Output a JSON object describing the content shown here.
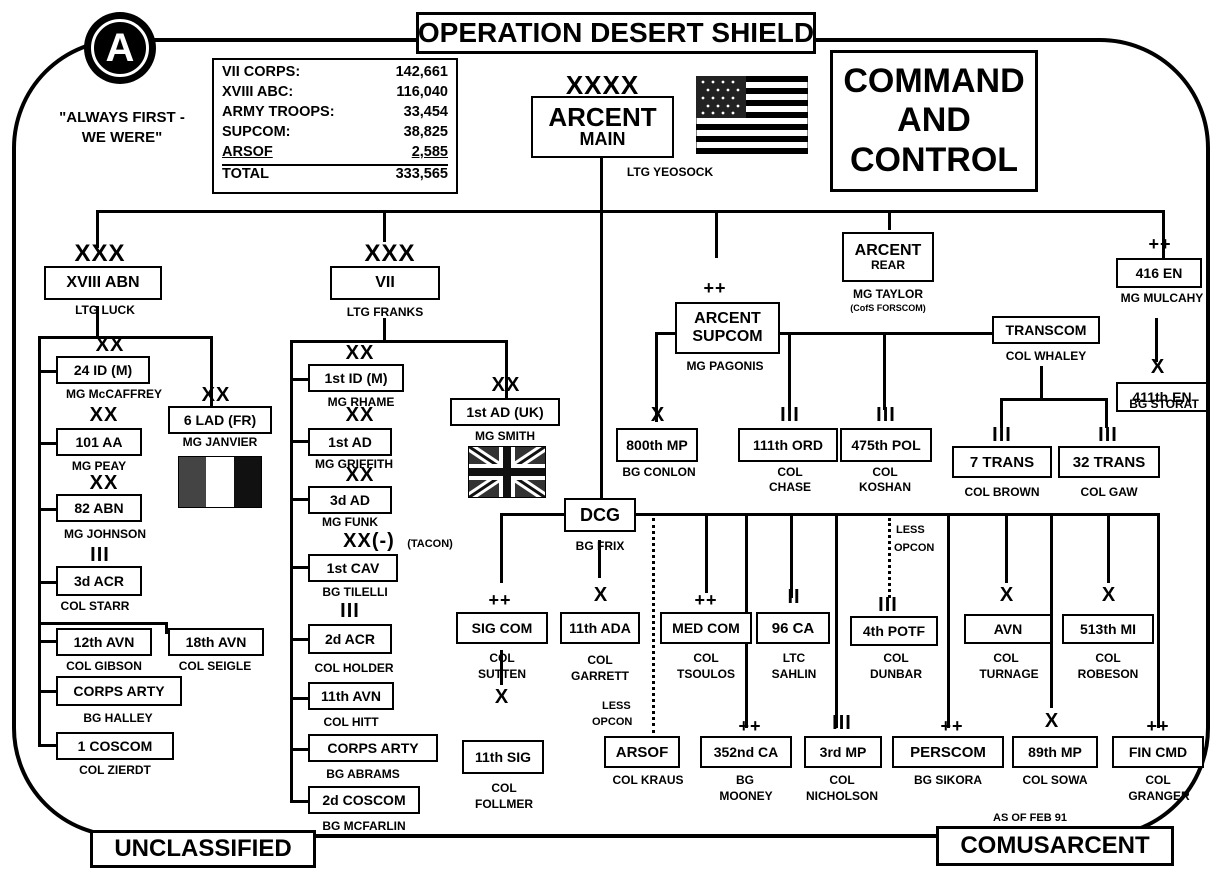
{
  "header": {
    "title": "OPERATION DESERT SHIELD",
    "subtitle_lines": [
      "COMMAND",
      "AND",
      "CONTROL"
    ]
  },
  "footer": {
    "left": "UNCLASSIFIED",
    "right": "COMUSARCENT",
    "as_of": "AS OF FEB 91"
  },
  "logo": {
    "letter": "A",
    "motto": [
      "\"ALWAYS FIRST -",
      "WE WERE\""
    ]
  },
  "strength": {
    "rows": [
      {
        "label": "VII CORPS:",
        "value": "142,661"
      },
      {
        "label": "XVIII ABC:",
        "value": "116,040"
      },
      {
        "label": "ARMY TROOPS:",
        "value": "33,454"
      },
      {
        "label": "SUPCOM:",
        "value": "38,825"
      },
      {
        "label": "ARSOF",
        "value": "2,585"
      },
      {
        "label": "TOTAL",
        "value": "333,565"
      }
    ]
  },
  "units": {
    "arcent_main": {
      "ech": "XXXX",
      "l1": "ARCENT",
      "l2": "MAIN",
      "cdr": "LTG YEOSOCK"
    },
    "xviii": {
      "ech": "XXX",
      "name": "XVIII ABN",
      "cdr": "LTG LUCK"
    },
    "vii": {
      "ech": "XXX",
      "name": "VII",
      "cdr": "LTG FRANKS"
    },
    "supcom": {
      "ech": "++",
      "l1": "ARCENT",
      "l2": "SUPCOM",
      "cdr": "MG PAGONIS"
    },
    "rear": {
      "l1": "ARCENT",
      "l2": "REAR",
      "cdr1": "MG TAYLOR",
      "cdr2": "(CofS FORSCOM)"
    },
    "en416": {
      "ech": "++",
      "name": "416 EN",
      "cdr": "MG MULCAHY"
    },
    "en411": {
      "ech": "X",
      "name": "411th EN",
      "cdr": "BG STORAT"
    },
    "transcom": {
      "name": "TRANSCOM",
      "cdr": "COL WHALEY"
    },
    "mp800": {
      "ech": "X",
      "name": "800th MP",
      "cdr": "BG CONLON"
    },
    "ord111": {
      "ech": "III",
      "name": "111th ORD",
      "cdr1": "COL",
      "cdr2": "CHASE"
    },
    "pol475": {
      "ech": "III",
      "name": "475th POL",
      "cdr1": "COL",
      "cdr2": "KOSHAN"
    },
    "trans7": {
      "ech": "III",
      "name": "7 TRANS",
      "cdr": "COL BROWN"
    },
    "trans32": {
      "ech": "III",
      "name": "32 TRANS",
      "cdr": "COL GAW"
    },
    "id24": {
      "ech": "XX",
      "name": "24 ID (M)",
      "cdr": "MG McCAFFREY"
    },
    "aa101": {
      "ech": "XX",
      "name": "101 AA",
      "cdr": "MG PEAY"
    },
    "abn82": {
      "ech": "XX",
      "name": "82 ABN",
      "cdr": "MG JOHNSON"
    },
    "acr3": {
      "ech": "III",
      "name": "3d ACR",
      "cdr": "COL STARR"
    },
    "avn12": {
      "name": "12th AVN",
      "cdr": "COL GIBSON"
    },
    "avn18": {
      "name": "18th AVN",
      "cdr": "COL SEIGLE"
    },
    "arty18": {
      "name": "CORPS ARTY",
      "cdr": "BG HALLEY"
    },
    "coscom1": {
      "name": "1 COSCOM",
      "cdr": "COL ZIERDT"
    },
    "lad6": {
      "ech": "XX",
      "name": "6 LAD (FR)",
      "cdr": "MG JANVIER"
    },
    "id1": {
      "ech": "XX",
      "name": "1st ID (M)",
      "cdr": "MG RHAME"
    },
    "ad1": {
      "ech": "XX",
      "name": "1st AD",
      "cdr": "MG GRIFFITH"
    },
    "ad3": {
      "ech": "XX",
      "name": "3d AD",
      "cdr": "MG FUNK"
    },
    "cav1": {
      "ech": "XX(-)",
      "tag": "(TACON)",
      "name": "1st CAV",
      "cdr": "BG TILELLI"
    },
    "acr2": {
      "ech": "III",
      "name": "2d ACR",
      "cdr": "COL HOLDER"
    },
    "avn11": {
      "name": "11th AVN",
      "cdr": "COL HITT"
    },
    "arty7": {
      "name": "CORPS ARTY",
      "cdr": "BG ABRAMS"
    },
    "coscom2": {
      "name": "2d COSCOM",
      "cdr": "BG MCFARLIN"
    },
    "uk1": {
      "ech": "XX",
      "name": "1st AD (UK)",
      "cdr": "MG SMITH"
    },
    "dcg": {
      "name": "DCG",
      "cdr": "BG FRIX"
    },
    "sigcom": {
      "ech": "++",
      "name": "SIG COM",
      "cdr1": "COL",
      "cdr2": "SUTTEN"
    },
    "sig11": {
      "ech": "X",
      "name": "11th SIG",
      "cdr1": "COL",
      "cdr2": "FOLLMER"
    },
    "ada11": {
      "ech": "X",
      "name": "11th ADA",
      "cdr1": "COL",
      "cdr2": "GARRETT"
    },
    "medcom": {
      "ech": "++",
      "name": "MED COM",
      "cdr1": "COL",
      "cdr2": "TSOULOS"
    },
    "ca96": {
      "ech": "II",
      "name": "96 CA",
      "cdr1": "LTC",
      "cdr2": "SAHLIN"
    },
    "potf4": {
      "ech": "III",
      "name": "4th POTF",
      "cdr1": "COL",
      "cdr2": "DUNBAR",
      "note": [
        "LESS",
        "OPCON"
      ]
    },
    "avn": {
      "ech": "X",
      "name": "AVN",
      "cdr1": "COL",
      "cdr2": "TURNAGE"
    },
    "mi513": {
      "ech": "X",
      "name": "513th MI",
      "cdr1": "COL",
      "cdr2": "ROBESON"
    },
    "arsof": {
      "name": "ARSOF",
      "cdr": "COL KRAUS",
      "note": [
        "LESS",
        "OPCON"
      ]
    },
    "ca352": {
      "ech": "++",
      "name": "352nd CA",
      "cdr1": "BG",
      "cdr2": "MOONEY"
    },
    "mp3": {
      "ech": "III",
      "name": "3rd MP",
      "cdr1": "COL",
      "cdr2": "NICHOLSON"
    },
    "perscom": {
      "ech": "++",
      "name": "PERSCOM",
      "cdr": "BG SIKORA"
    },
    "mp89": {
      "ech": "X",
      "name": "89th MP",
      "cdr": "COL SOWA"
    },
    "fincmd": {
      "ech": "++",
      "name": "FIN CMD",
      "cdr1": "COL",
      "cdr2": "GRANGER"
    }
  }
}
